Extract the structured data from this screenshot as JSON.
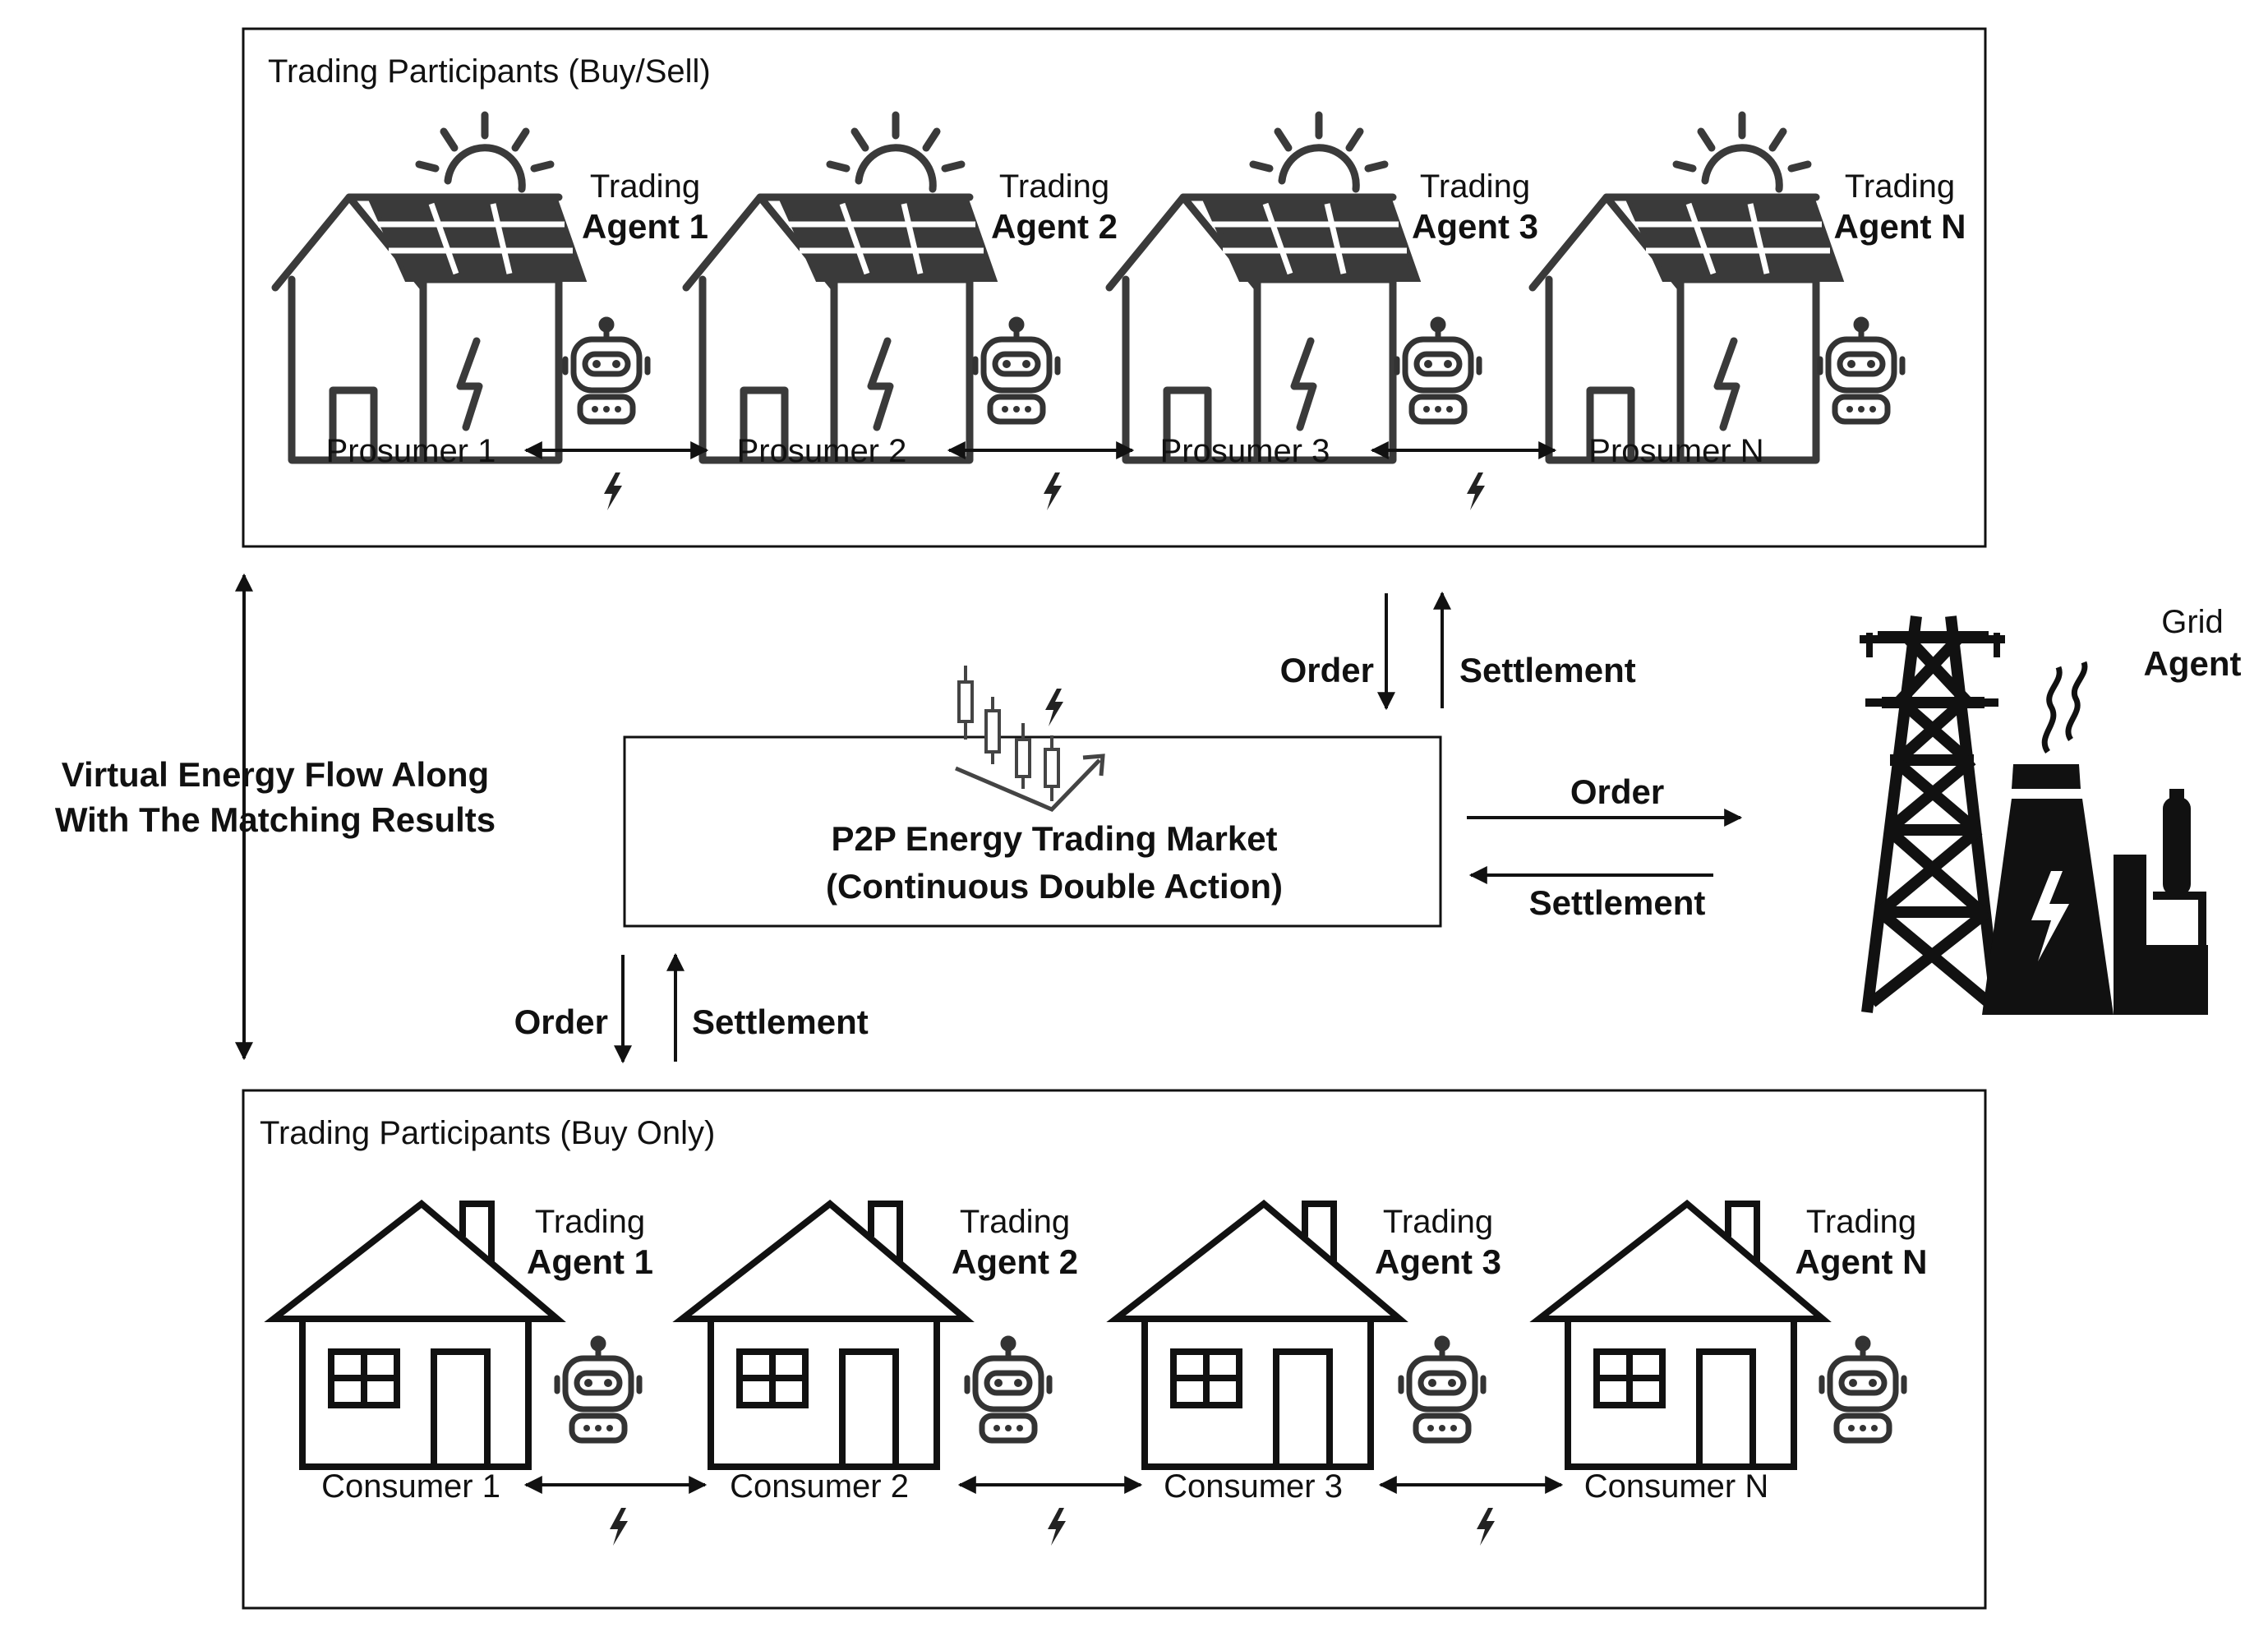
{
  "top_panel": {
    "title": "Trading Participants (Buy/Sell)",
    "agents": [
      {
        "line1": "Trading",
        "line2": "Agent 1"
      },
      {
        "line1": "Trading",
        "line2": "Agent 2"
      },
      {
        "line1": "Trading",
        "line2": "Agent 3"
      },
      {
        "line1": "Trading",
        "line2": "Agent N"
      }
    ],
    "participants": [
      "Prosumer 1",
      "Prosumer 2",
      "Prosumer 3",
      "Prosumer N"
    ]
  },
  "bottom_panel": {
    "title": "Trading Participants (Buy Only)",
    "agents": [
      {
        "line1": "Trading",
        "line2": "Agent 1"
      },
      {
        "line1": "Trading",
        "line2": "Agent 2"
      },
      {
        "line1": "Trading",
        "line2": "Agent 3"
      },
      {
        "line1": "Trading",
        "line2": "Agent N"
      }
    ],
    "participants": [
      "Consumer 1",
      "Consumer 2",
      "Consumer 3",
      "Consumer N"
    ]
  },
  "market": {
    "line1": "P2P Energy Trading Market",
    "line2": "(Continuous Double Action)"
  },
  "side_label": {
    "line1": "Virtual Energy Flow Along",
    "line2": "With The Matching Results"
  },
  "flows": {
    "top_order": "Order",
    "top_settlement": "Settlement",
    "grid_order": "Order",
    "grid_settlement": "Settlement",
    "bottom_order": "Order",
    "bottom_settlement": "Settlement"
  },
  "grid": {
    "line1": "Grid",
    "line2": "Agent"
  },
  "icons": [
    "solar-house-icon",
    "robot-agent-icon",
    "lightning-icon",
    "house-chimney-icon",
    "candlestick-chart-icon",
    "power-tower-icon",
    "power-plant-icon"
  ]
}
